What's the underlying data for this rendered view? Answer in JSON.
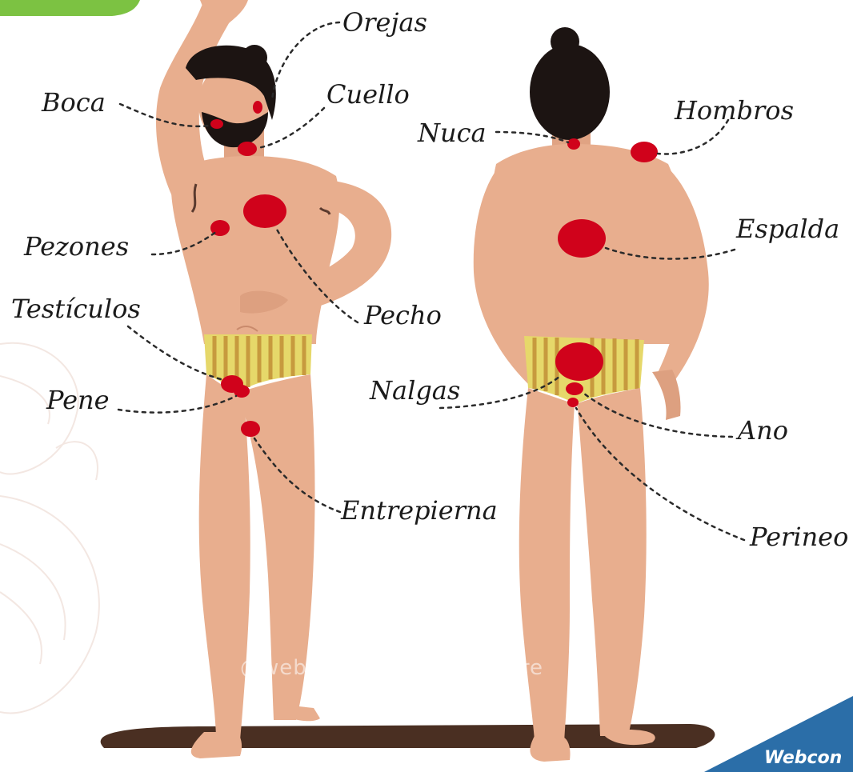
{
  "colors": {
    "skin": "#e8ae8e",
    "skin_shade": "#d99a78",
    "hair": "#1c1412",
    "hotspot": "#d0021b",
    "brief_yellow": "#e6d86a",
    "brief_stripe": "#c79a3e",
    "floor": "#4a2f22",
    "accent_green": "#7cc242",
    "brand_blue": "#2b6ea8",
    "leader_line": "#2a2a2a"
  },
  "labels": {
    "orejas": "Orejas",
    "boca": "Boca",
    "cuello": "Cuello",
    "pezones": "Pezones",
    "testiculos": "Testículos",
    "pecho": "Pecho",
    "pene": "Pene",
    "entrepierna": "Entrepierna",
    "nuca": "Nuca",
    "hombros": "Hombros",
    "espalda": "Espalda",
    "nalgas": "Nalgas",
    "ano": "Ano",
    "perineo": "Perineo"
  },
  "watermark": "@webconsultas_healthcare",
  "brand": "Webcon"
}
